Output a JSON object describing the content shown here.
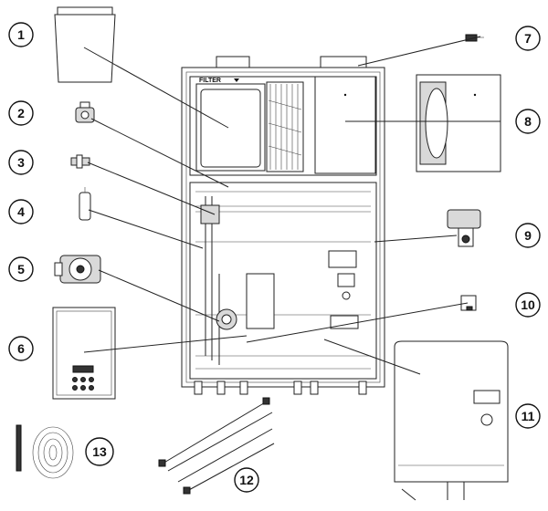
{
  "callouts": [
    {
      "number": "1"
    },
    {
      "number": "2"
    },
    {
      "number": "3"
    },
    {
      "number": "4"
    },
    {
      "number": "5"
    },
    {
      "number": "6"
    },
    {
      "number": "7"
    },
    {
      "number": "8"
    },
    {
      "number": "9"
    },
    {
      "number": "10"
    },
    {
      "number": "11"
    },
    {
      "number": "12"
    },
    {
      "number": "13"
    }
  ],
  "labels": {
    "filter": "FILTER"
  }
}
